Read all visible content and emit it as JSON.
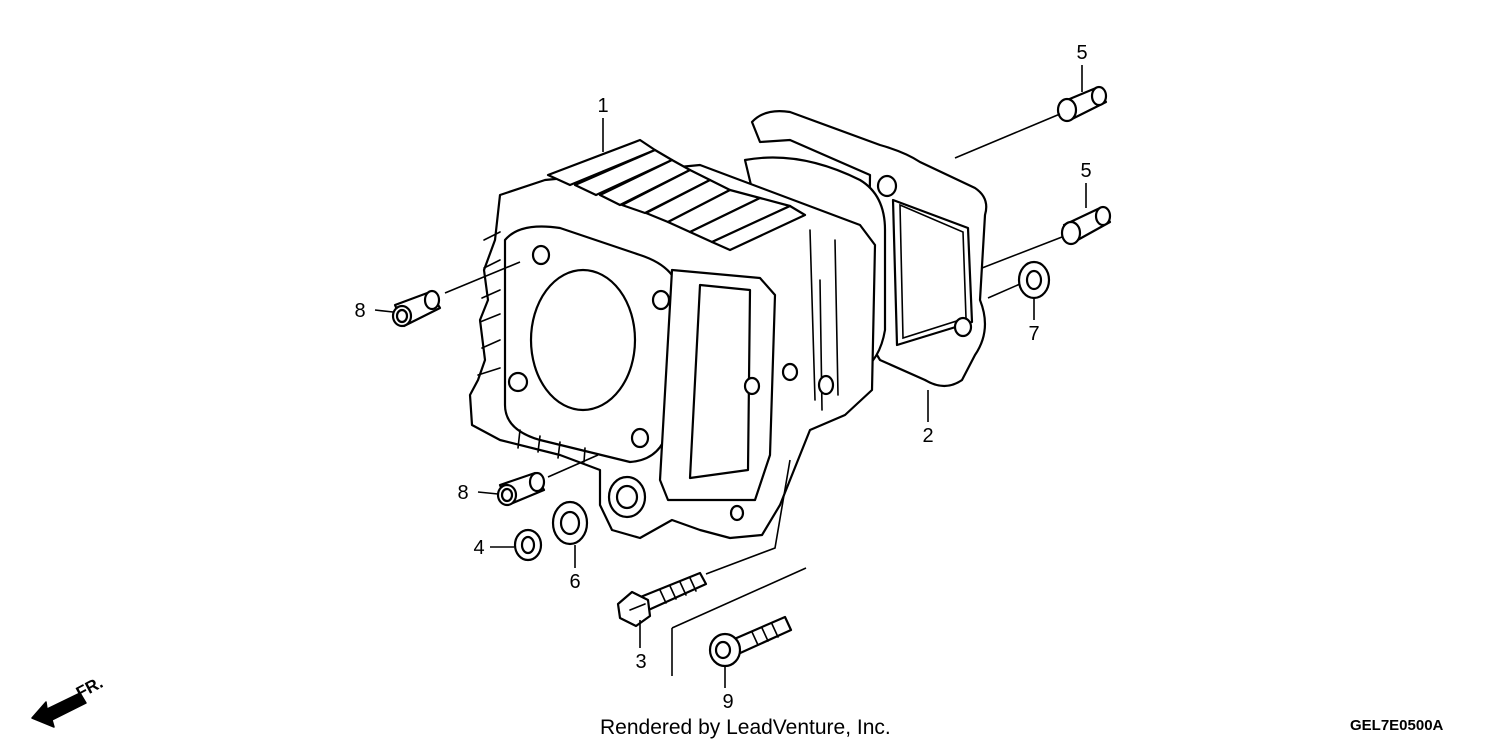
{
  "diagram": {
    "callouts": [
      "1",
      "2",
      "3",
      "4",
      "5",
      "5",
      "6",
      "7",
      "8",
      "8",
      "9"
    ],
    "direction_label": "FR.",
    "credit": "Rendered by LeadVenture, Inc.",
    "diagram_code": "GEL7E0500A"
  }
}
